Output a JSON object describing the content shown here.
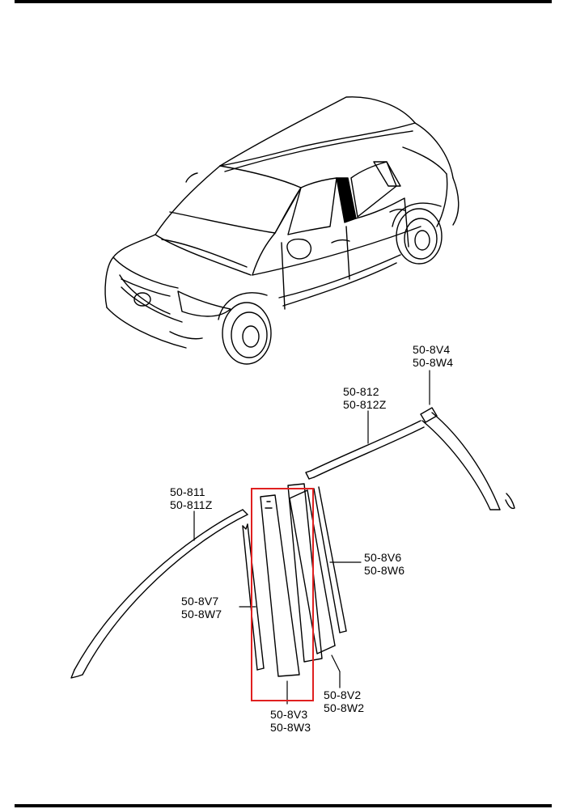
{
  "parts": [
    {
      "id": "part-50-8v4",
      "codes": [
        "50-8V4",
        "50-8W4"
      ]
    },
    {
      "id": "part-50-812",
      "codes": [
        "50-812",
        "50-812Z"
      ]
    },
    {
      "id": "part-50-811",
      "codes": [
        "50-811",
        "50-811Z"
      ]
    },
    {
      "id": "part-50-8v6",
      "codes": [
        "50-8V6",
        "50-8W6"
      ]
    },
    {
      "id": "part-50-8v7",
      "codes": [
        "50-8V7",
        "50-8W7"
      ]
    },
    {
      "id": "part-50-8v2",
      "codes": [
        "50-8V2",
        "50-8W2"
      ]
    },
    {
      "id": "part-50-8v3",
      "codes": [
        "50-8V3",
        "50-8W3"
      ]
    }
  ],
  "colors": {
    "line": "#000000",
    "highlight": "#e02020",
    "background": "#ffffff"
  },
  "highlighted_part": "50-8V3"
}
